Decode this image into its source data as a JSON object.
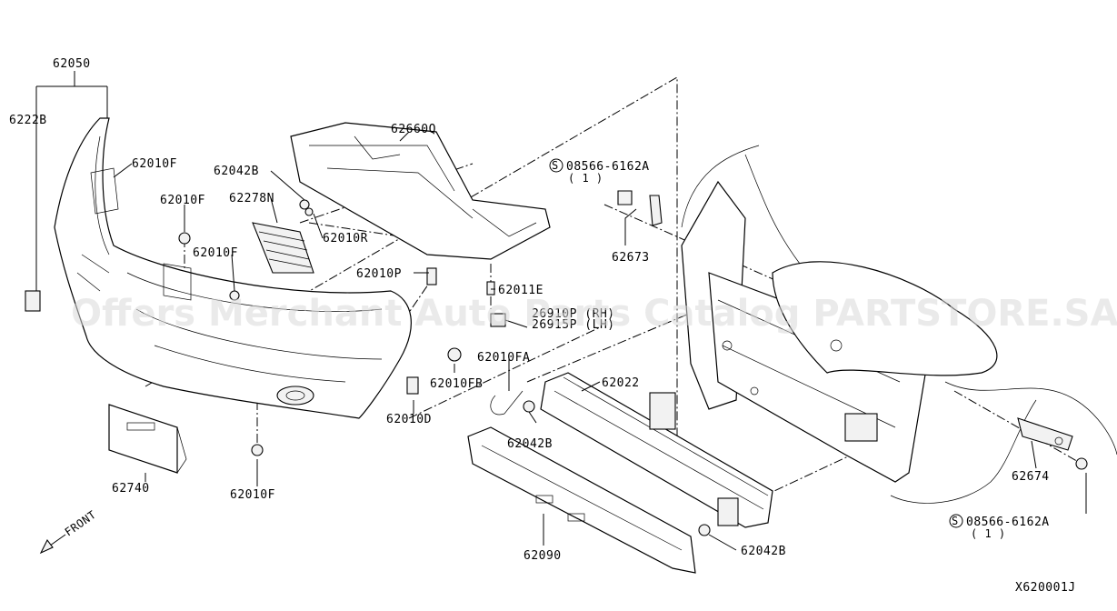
{
  "watermark": "Offers Merchant Auto Parts Catalog PARTSTORE.SA",
  "diagram_id": "X620001J",
  "front_label": "FRONT",
  "callouts": {
    "p62050": "62050",
    "p62228": "6222B",
    "p62010F_a": "62010F",
    "p62010F_b": "62010F",
    "p62010F_c": "62010F",
    "p62010F_d": "62010F",
    "p62042B_a": "62042B",
    "p62278N": "62278N",
    "p62660Q": "62660Q",
    "p62010R": "62010R",
    "p62010P": "62010P",
    "p62011E": "62011E",
    "p26910P": "26910P (RH)",
    "p26915P": "26915P (LH)",
    "p62010FA": "62010FA",
    "p62010FB": "62010FB",
    "p62010D": "62010D",
    "p62740": "62740",
    "p62042B_b": "62042B",
    "p62022": "62022",
    "p62090": "62090",
    "p62042B_c": "62042B",
    "p08566_a": "08566-6162A",
    "p08566_a_qty": "( 1 )",
    "p62673": "62673",
    "p62674": "62674",
    "p08566_b": "08566-6162A",
    "p08566_b_qty": "( 1 )",
    "symbol_s": "S"
  }
}
